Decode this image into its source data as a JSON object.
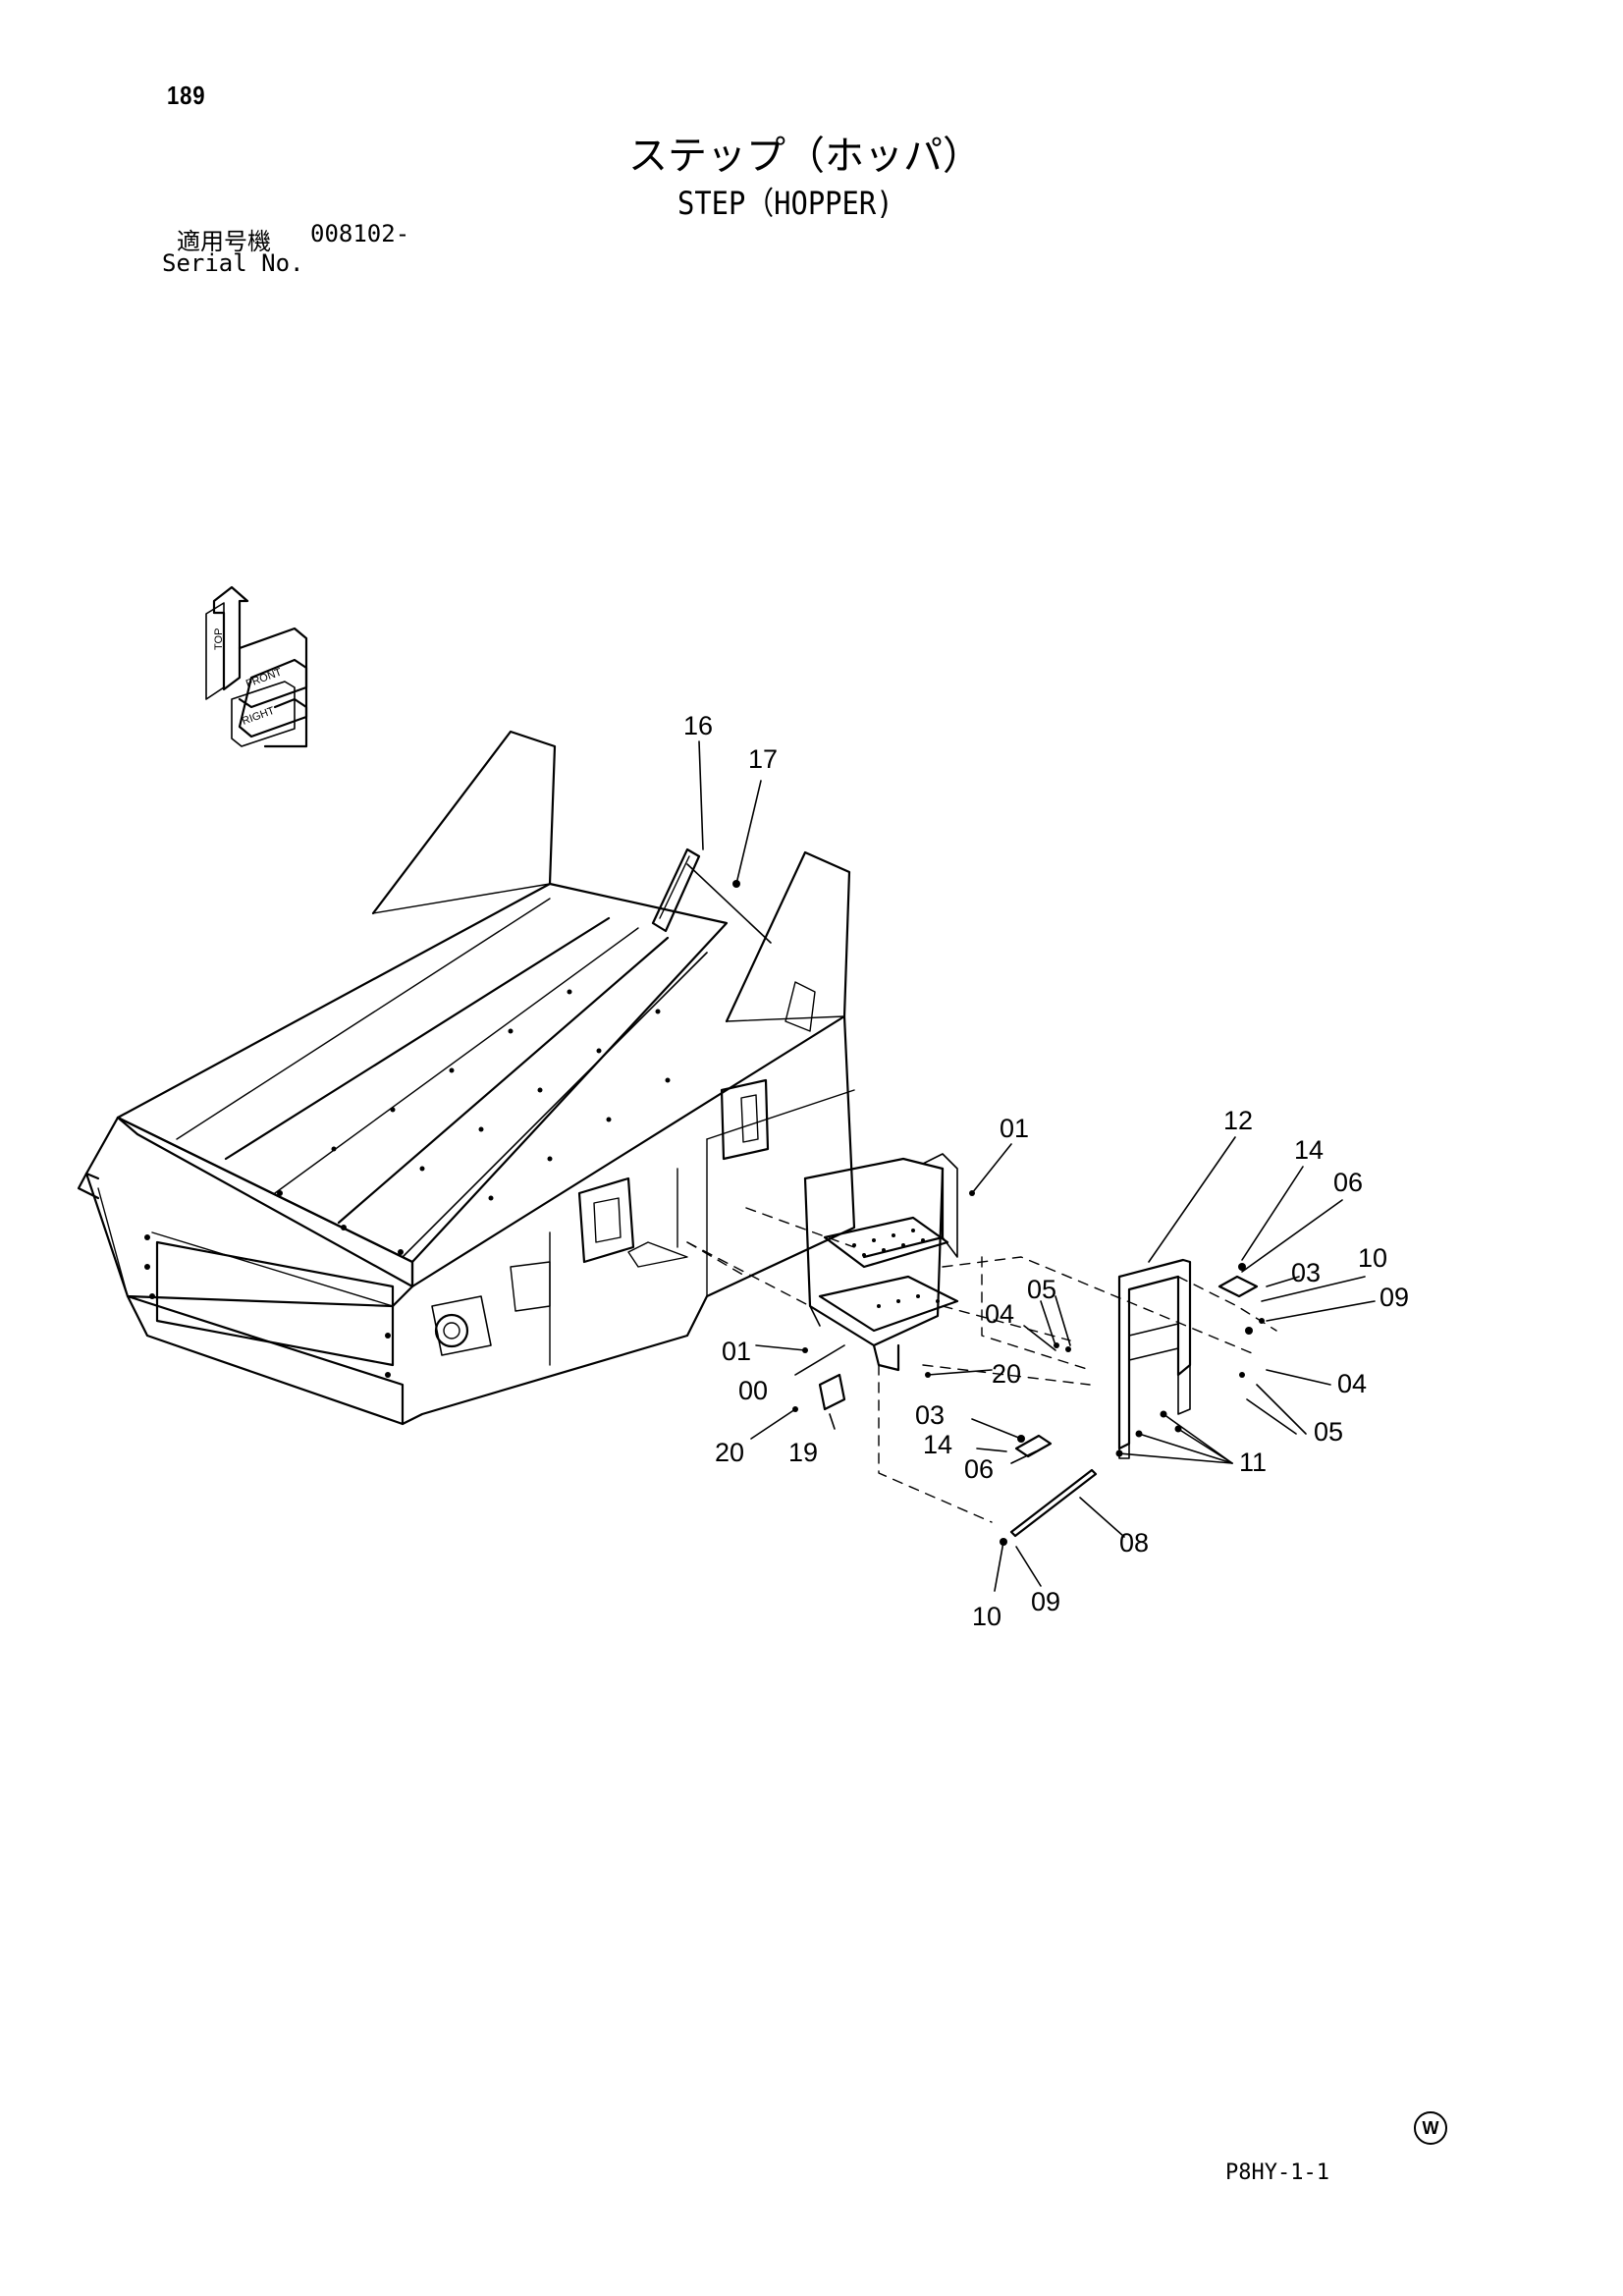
{
  "header": {
    "page_number": "189",
    "title_jp": "ステップ（ホッパ）",
    "title_en": "STEP（HOPPER)",
    "serial_label_jp": "適用号機",
    "serial_value": "008102-",
    "serial_label_en": "Serial No."
  },
  "compass": {
    "labels": [
      "TOP",
      "FRONT",
      "RIGHT"
    ]
  },
  "callouts": [
    {
      "id": "c16",
      "text": "16"
    },
    {
      "id": "c17",
      "text": "17"
    },
    {
      "id": "c01a",
      "text": "01"
    },
    {
      "id": "c12",
      "text": "12"
    },
    {
      "id": "c14a",
      "text": "14"
    },
    {
      "id": "c06a",
      "text": "06"
    },
    {
      "id": "c03a",
      "text": "03"
    },
    {
      "id": "c10a",
      "text": "10"
    },
    {
      "id": "c09a",
      "text": "09"
    },
    {
      "id": "c05a",
      "text": "05"
    },
    {
      "id": "c04a",
      "text": "04"
    },
    {
      "id": "c01b",
      "text": "01"
    },
    {
      "id": "c00",
      "text": "00"
    },
    {
      "id": "c20a",
      "text": "20"
    },
    {
      "id": "c04b",
      "text": "04"
    },
    {
      "id": "c05b",
      "text": "05"
    },
    {
      "id": "c03b",
      "text": "03"
    },
    {
      "id": "c14b",
      "text": "14"
    },
    {
      "id": "c06b",
      "text": "06"
    },
    {
      "id": "c11",
      "text": "11"
    },
    {
      "id": "c20b",
      "text": "20"
    },
    {
      "id": "c19",
      "text": "19"
    },
    {
      "id": "c08",
      "text": "08"
    },
    {
      "id": "c10b",
      "text": "10"
    },
    {
      "id": "c09b",
      "text": "09"
    }
  ],
  "footer": {
    "maker_mark": "W",
    "reference_code": "P8HY-1-1"
  }
}
